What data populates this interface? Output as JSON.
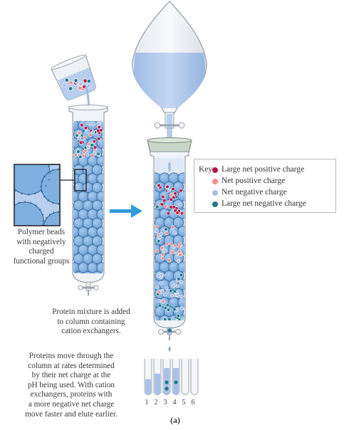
{
  "key": {
    "title": "Key:",
    "items": [
      {
        "label": "Large net positive charge",
        "color": "#b5194d"
      },
      {
        "label": "Net positive charge",
        "color": "#f08f86"
      },
      {
        "label": "Net negative charge",
        "color": "#a8bde0"
      },
      {
        "label": "Large net negative charge",
        "color": "#1f7a86"
      }
    ]
  },
  "labels": {
    "beads": [
      "Polymer beads",
      "with negatively",
      "charged",
      "functional groups"
    ],
    "mixture": [
      "Protein mixture is added",
      "to column containing",
      "cation exchangers."
    ],
    "elution": [
      "Proteins move through the",
      "column at rates determined",
      "by their net charge at the",
      "pH being used. With cation",
      "exchangers, proteins with",
      "a more negative net charge",
      "move faster and elute earlier."
    ]
  },
  "tubes": [
    "1",
    "2",
    "3",
    "4",
    "5",
    "6"
  ],
  "panel_label": "(a)",
  "colors": {
    "bead_fill": "#7fb0e0",
    "bead_stroke": "#3e6f9e",
    "buffer": "#b8cff0",
    "glass": "#e9eef4",
    "arrow": "#2f9ad8"
  }
}
